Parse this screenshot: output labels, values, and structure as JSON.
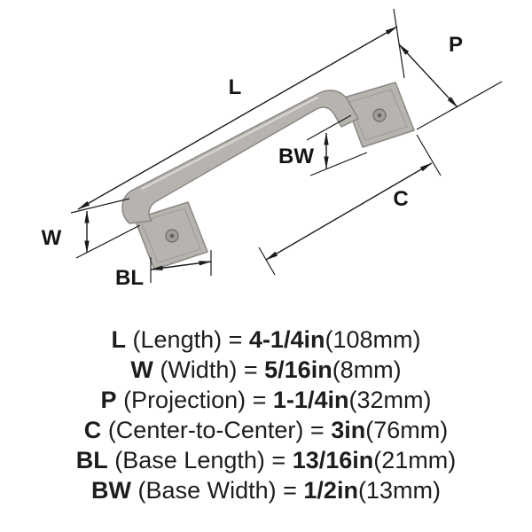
{
  "diagram": {
    "callouts": {
      "length": "L",
      "projection": "P",
      "base_width": "BW",
      "center_to_center": "C",
      "width": "W",
      "base_length": "BL"
    },
    "colors": {
      "handle_fill": "#b7b4b0",
      "handle_stroke": "#8b8884",
      "handle_highlight": "#dbd9d5",
      "dimension_line": "#1b1b1b"
    }
  },
  "spec_list": [
    {
      "code": "L",
      "label": "(Length)",
      "equals": "=",
      "value": "4-1/4in",
      "metric": "(108mm)"
    },
    {
      "code": "W",
      "label": "(Width)",
      "equals": "=",
      "value": "5/16in",
      "metric": "(8mm)"
    },
    {
      "code": "P",
      "label": "(Projection)",
      "equals": "=",
      "value": "1-1/4in",
      "metric": "(32mm)"
    },
    {
      "code": "C",
      "label": "(Center-to-Center)",
      "equals": "=",
      "value": "3in",
      "metric": "(76mm)"
    },
    {
      "code": "BL",
      "label": "(Base Length)",
      "equals": "=",
      "value": "13/16in",
      "metric": "(21mm)"
    },
    {
      "code": "BW",
      "label": "(Base Width)",
      "equals": "=",
      "value": "1/2in",
      "metric": "(13mm)"
    }
  ]
}
